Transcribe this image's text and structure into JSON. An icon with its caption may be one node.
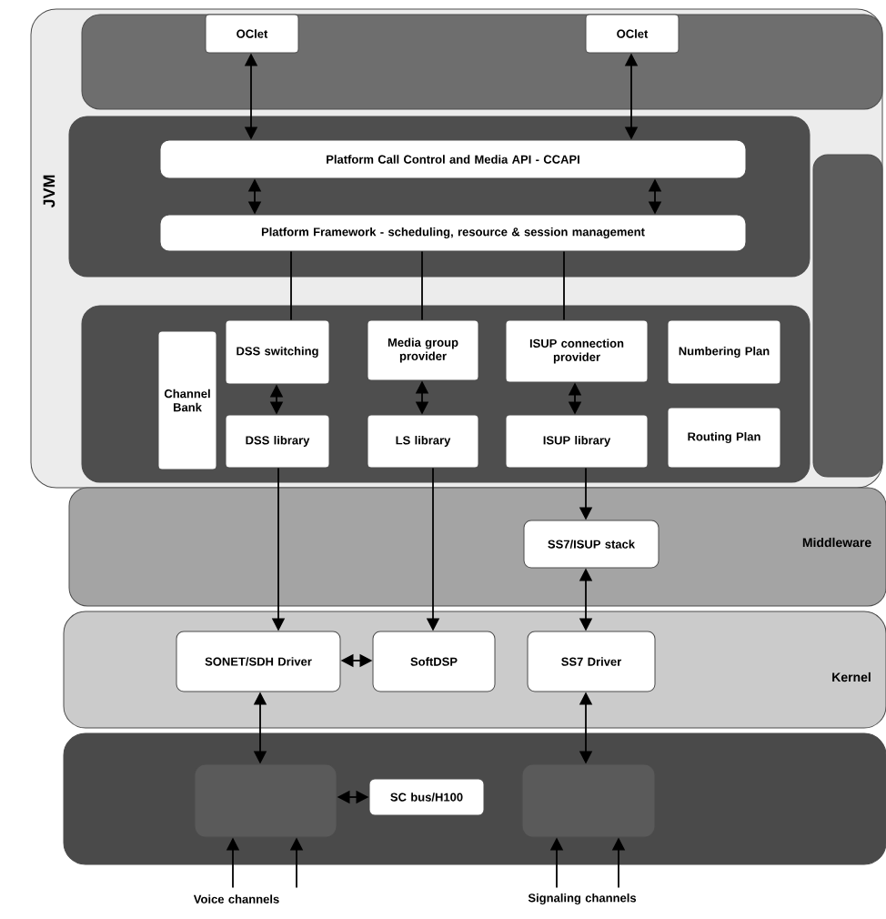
{
  "diagram": {
    "nodes": [
      {
        "text": [
          "JVM"
        ]
      },
      {
        "text": [],
        "shape": "box",
        "in": 0
      },
      {
        "text": [
          "OClet"
        ],
        "in": 1
      },
      {
        "text": [
          "OClet"
        ],
        "in": 1
      },
      {
        "text": [],
        "shape": "box",
        "in": 0
      },
      {
        "text": [
          "Platform Call Control and Media API - CCAPI"
        ],
        "in": 4
      },
      {
        "text": [
          "Platform Framework - scheduling, resource & session management"
        ],
        "in": 4
      },
      {
        "text": [],
        "shape": "box",
        "in": 0
      },
      {
        "text": [],
        "shape": "box",
        "in": 0
      },
      {
        "text": [
          "Channel Bank"
        ],
        "in": 8
      },
      {
        "text": [
          "DSS switching"
        ],
        "in": 8
      },
      {
        "text": [
          "Media group provider"
        ],
        "in": 8
      },
      {
        "text": [
          "ISUP connection provider"
        ],
        "in": 8
      },
      {
        "text": [
          "Numbering Plan"
        ],
        "in": 8
      },
      {
        "text": [
          "DSS library"
        ],
        "in": 8
      },
      {
        "text": [
          "LS library"
        ],
        "in": 8
      },
      {
        "text": [
          "ISUP library"
        ],
        "in": 8
      },
      {
        "text": [
          "Routing Plan"
        ],
        "in": 8
      },
      {
        "text": [
          "Middleware"
        ]
      },
      {
        "text": [
          "SS7/ISUP stack"
        ],
        "in": 18
      },
      {
        "text": [
          "Kernel"
        ]
      },
      {
        "text": [
          "SONET/SDH Driver"
        ],
        "in": 20
      },
      {
        "text": [
          "SoftDSP"
        ],
        "in": 20
      },
      {
        "text": [
          "SS7 Driver"
        ],
        "in": 20
      },
      {
        "text": [],
        "shape": "box"
      },
      {
        "text": [],
        "shape": "box",
        "in": 24
      },
      {
        "text": [
          "SC bus/H100"
        ],
        "in": 24
      },
      {
        "text": [],
        "shape": "box",
        "in": 24
      },
      {
        "text": [
          "Voice channels"
        ]
      },
      {
        "text": [
          "Signaling channels"
        ]
      }
    ],
    "edges": [
      {
        "from": 2,
        "to": 5,
        "arrow": "both"
      },
      {
        "from": 3,
        "to": 5,
        "arrow": "both"
      },
      {
        "from": 5,
        "to": 6,
        "arrow": "both"
      },
      {
        "from": 5,
        "to": 6,
        "arrow": "both"
      },
      {
        "from": 6,
        "to": 10,
        "arrow": "none"
      },
      {
        "from": 6,
        "to": 11,
        "arrow": "none"
      },
      {
        "from": 6,
        "to": 12,
        "arrow": "none"
      },
      {
        "from": 10,
        "to": 14,
        "arrow": "both"
      },
      {
        "from": 11,
        "to": 15,
        "arrow": "both"
      },
      {
        "from": 12,
        "to": 16,
        "arrow": "both"
      },
      {
        "from": 14,
        "to": 21,
        "arrow": "to"
      },
      {
        "from": 15,
        "to": 22,
        "arrow": "to"
      },
      {
        "from": 16,
        "to": 19,
        "arrow": "to"
      },
      {
        "from": 19,
        "to": 23,
        "arrow": "both"
      },
      {
        "from": 21,
        "to": 22,
        "arrow": "both"
      },
      {
        "from": 25,
        "to": 21,
        "arrow": "both"
      },
      {
        "from": 27,
        "to": 23,
        "arrow": "both"
      },
      {
        "from": 25,
        "to": 26,
        "arrow": "both"
      },
      {
        "from": 28,
        "to": 25,
        "arrow": "to"
      },
      {
        "from": 28,
        "to": 25,
        "arrow": "to"
      },
      {
        "from": 29,
        "to": 27,
        "arrow": "to"
      },
      {
        "from": 29,
        "to": 27,
        "arrow": "to"
      }
    ]
  }
}
